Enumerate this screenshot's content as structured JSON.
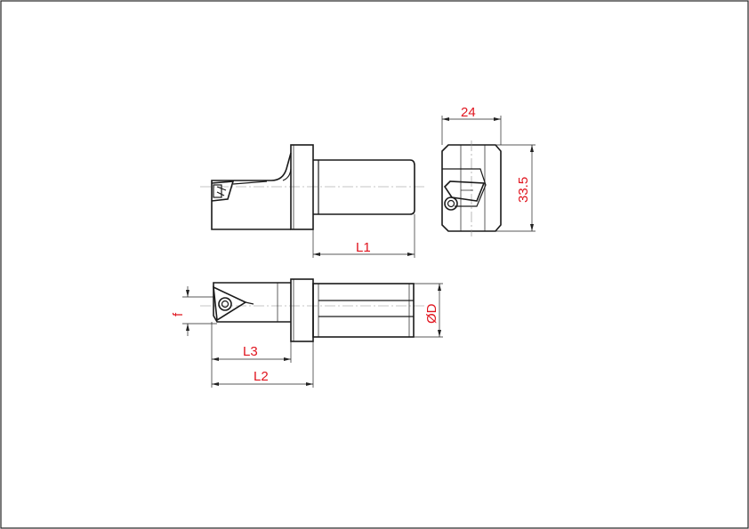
{
  "colors": {
    "dimension_text": "#e0141e",
    "line": "#1a1a1a",
    "centerline": "#8a8a8a"
  },
  "dimensions": {
    "width_label": "24",
    "height_label": "33.5",
    "l1_label": "L1",
    "l2_label": "L2",
    "l3_label": "L3",
    "f_label": "f",
    "diameter_label": "ØD"
  }
}
